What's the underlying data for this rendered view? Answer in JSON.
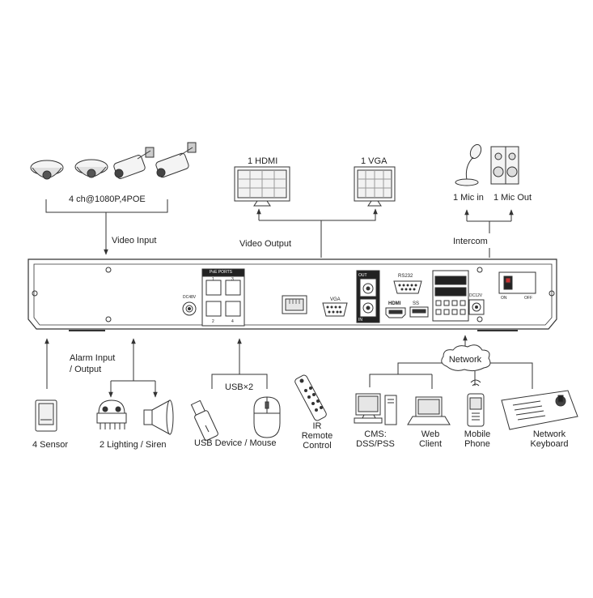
{
  "top": {
    "cameras_caption": "4 ch@1080P,4POE",
    "video_input": "Video Input",
    "hdmi_monitor": "1 HDMI",
    "vga_monitor": "1 VGA",
    "video_output": "Video Output",
    "mic_in": "1 Mic in",
    "mic_out": "1 Mic Out",
    "intercom": "Intercom"
  },
  "panel": {
    "power_label": "DC48V",
    "poe_title": "PoE PORTS",
    "poe_port_numbers": [
      "1",
      "3",
      "2",
      "4"
    ],
    "vga_label": "VGA",
    "audio_out_label": "OUT",
    "audio_in_label": "IN",
    "rs232_label": "RS232",
    "hdmi_label": "HDMI",
    "usb3_label": "SS",
    "dc12v_label": "DC12V",
    "switch_on": "ON",
    "switch_off": "OFF"
  },
  "bottom": {
    "alarm_line1": "Alarm Input",
    "alarm_line2": "/ Output",
    "sensor": "4 Sensor",
    "lighting": "2 Lighting / Siren",
    "usb_count": "USB×2",
    "usb_devices": "USB Device / Mouse",
    "ir_line1": "IR",
    "ir_line2": "Remote",
    "ir_line3": "Control",
    "network": "Network",
    "cms_line1": "CMS:",
    "cms_line2": "DSS/PSS",
    "web_line1": "Web",
    "web_line2": "Client",
    "mobile_line1": "Mobile",
    "mobile_line2": "Phone",
    "netkbd_line1": "Network",
    "netkbd_line2": "Keyboard"
  },
  "colors": {
    "line": "#333333",
    "fill_light": "#e6e6e6",
    "fill_dark": "#2a2a2a",
    "accent_red": "#c83030"
  }
}
